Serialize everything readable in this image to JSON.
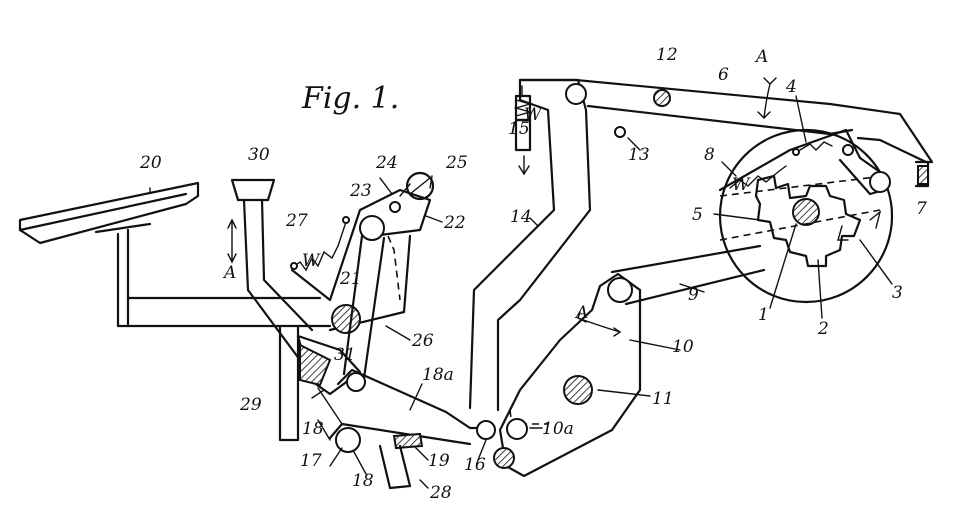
{
  "figure": {
    "title": "Fig. 1.",
    "labels": {
      "l1": "1",
      "l2": "2",
      "l3": "3",
      "l4": "4",
      "l5": "5",
      "l6": "6",
      "l7": "7",
      "l8": "8",
      "l9": "9",
      "l10": "10",
      "l10a": "10a",
      "l11": "11",
      "l12": "12",
      "l13": "13",
      "l14": "14",
      "l15": "15",
      "l16": "16",
      "l17": "17",
      "l18": "18",
      "l18b": "18",
      "l18a": "18a",
      "l19": "19",
      "l20": "20",
      "l21": "21",
      "l22": "22",
      "l23": "23",
      "l24": "24",
      "l25": "25",
      "l26": "26",
      "l27": "27",
      "l28": "28",
      "l29": "29",
      "l30": "30",
      "l31": "31",
      "arrowA1": "A",
      "arrowA2": "A",
      "arrowA3": "A",
      "springW1": "W",
      "springW2": "W",
      "springW3": "W"
    }
  }
}
